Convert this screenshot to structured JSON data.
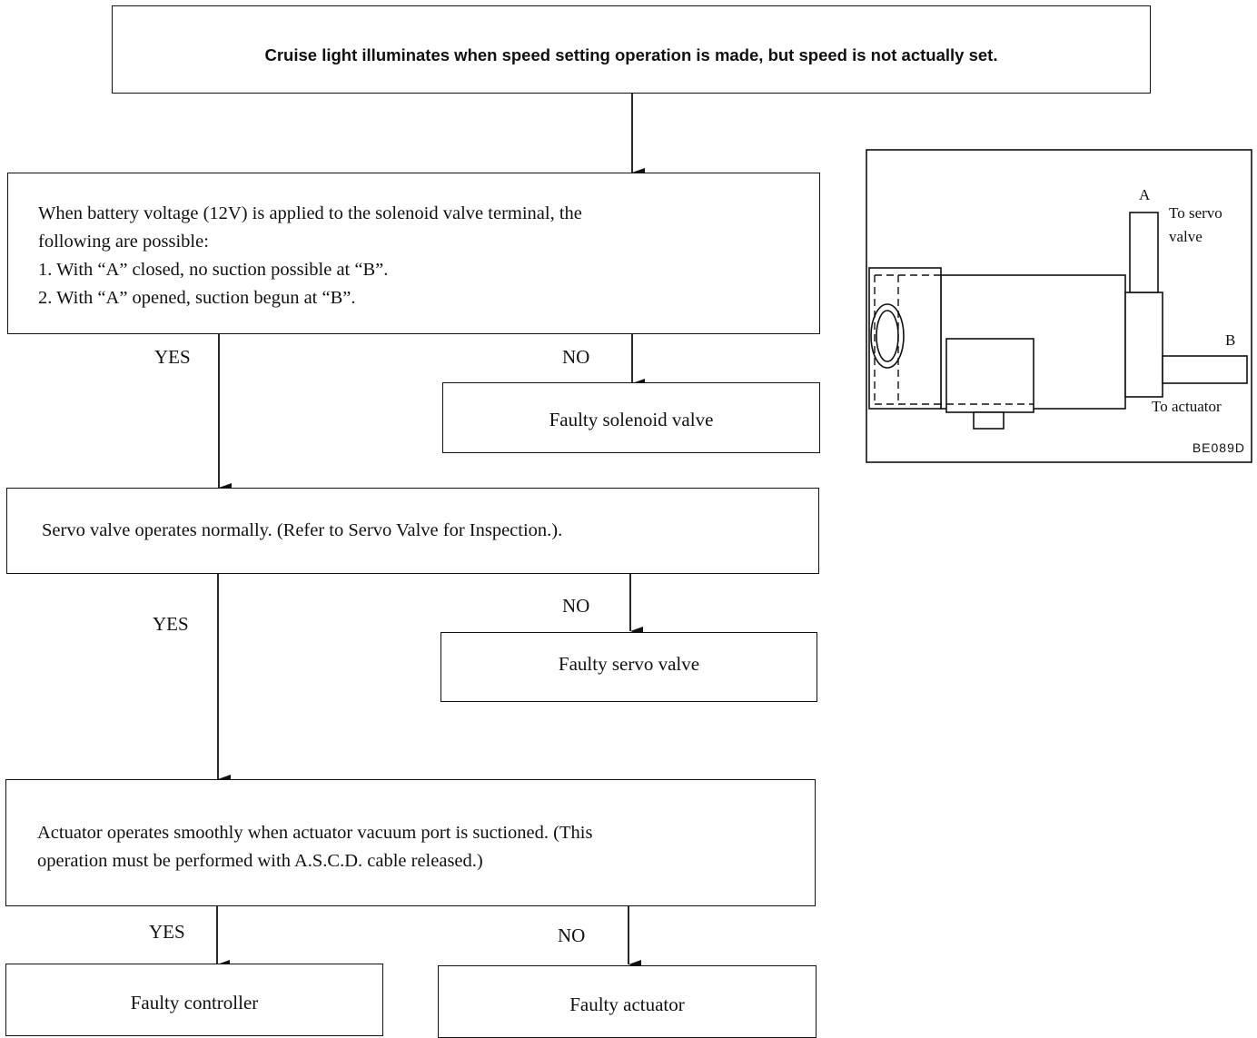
{
  "title": "Cruise light illuminates when speed setting operation is made, but speed is not actually set.",
  "step1": {
    "line1": "When battery voltage (12V) is applied to the solenoid valve terminal, the",
    "line2": "following are possible:",
    "line3": "1. With “A” closed, no suction possible at “B”.",
    "line4": "2. With “A” opened, suction begun at “B”.",
    "yes": "YES",
    "no": "NO",
    "no_result": "Faulty solenoid valve"
  },
  "step2": {
    "text": "Servo valve operates normally. (Refer to Servo Valve for Inspection.).",
    "yes": "YES",
    "no": "NO",
    "no_result": "Faulty servo valve"
  },
  "step3": {
    "line1": "Actuator operates smoothly when actuator vacuum port is suctioned. (This",
    "line2": "operation must be performed with A.S.C.D. cable released.)",
    "yes": "YES",
    "no": "NO",
    "yes_result": "Faulty controller",
    "no_result": "Faulty actuator"
  },
  "figure": {
    "port_a": "A",
    "port_b": "B",
    "to_servo_line1": "To servo",
    "to_servo_line2": "valve",
    "to_actuator": "To actuator",
    "code": "BE089D"
  }
}
